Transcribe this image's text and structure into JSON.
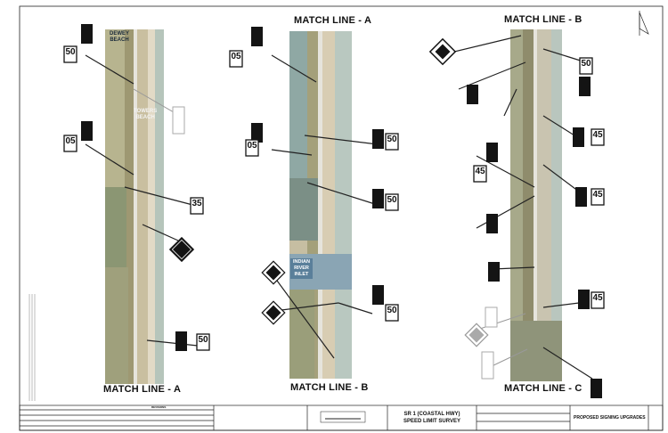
{
  "match_lines": {
    "top_a": "MATCH LINE - A",
    "top_b": "MATCH LINE - B",
    "bottom_a": "MATCH LINE - A",
    "bottom_b": "MATCH LINE - B",
    "bottom_c": "MATCH LINE - C"
  },
  "places": {
    "dewey": "DEWEY\nBEACH",
    "towers": "TOWERS\nBEACH",
    "inlet": "INDIAN\nRIVER\nINLET"
  },
  "speed_signs": [
    {
      "id": "s1",
      "value": "50"
    },
    {
      "id": "s2",
      "value": "05"
    },
    {
      "id": "s3",
      "value": "35"
    },
    {
      "id": "s4",
      "value": "50"
    },
    {
      "id": "s5",
      "value": "05"
    },
    {
      "id": "s6",
      "value": "05"
    },
    {
      "id": "s7",
      "value": "50"
    },
    {
      "id": "s8",
      "value": "50"
    },
    {
      "id": "s9",
      "value": "50"
    },
    {
      "id": "s10",
      "value": "50"
    },
    {
      "id": "s11",
      "value": "45"
    },
    {
      "id": "s12",
      "value": "45"
    },
    {
      "id": "s13",
      "value": "45"
    },
    {
      "id": "s14",
      "value": "45"
    }
  ],
  "title_block": {
    "revisions_label": "REVISIONS",
    "title": "SR 1 (COASTAL HWY)\nSPEED LIMIT SURVEY",
    "project": "PROPOSED SIGNING UPGRADES"
  },
  "colors": {
    "sand": "#d8cdb3",
    "dune": "#a9a37a",
    "marsh": "#7f8a5e",
    "water": "#8fa9a8",
    "ocean": "#b4c5bd",
    "road": "#e4e2da",
    "sign_black": "#141414"
  }
}
